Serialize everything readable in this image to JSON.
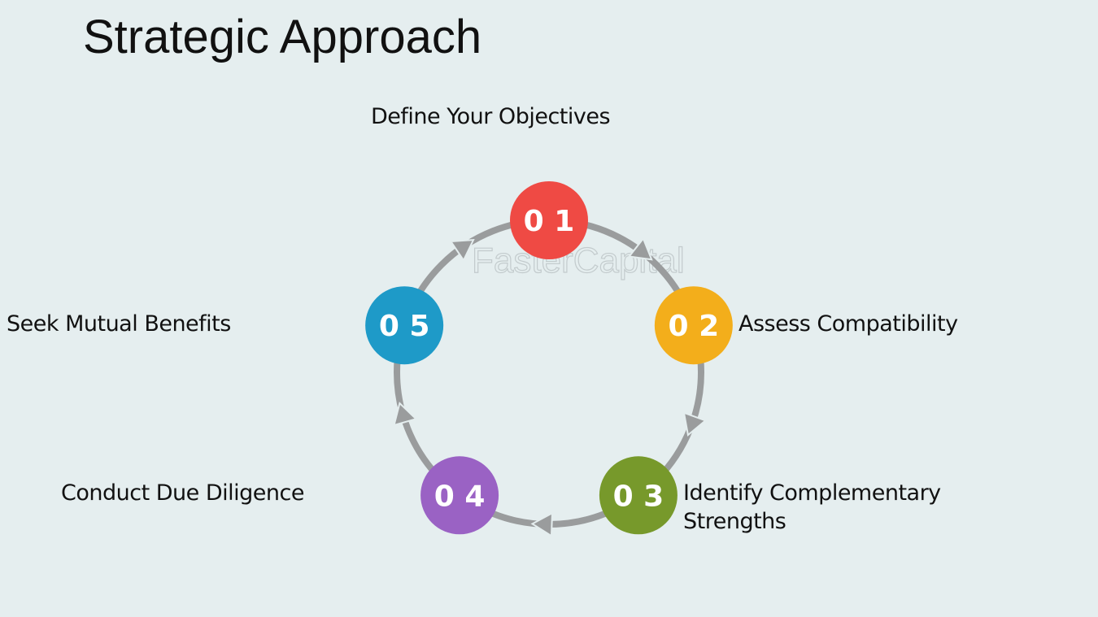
{
  "title": "Strategic Approach",
  "watermark": "FasterCapital",
  "steps": [
    {
      "number": "0 1",
      "label": "Define Your Objectives",
      "color": "#ef4a44"
    },
    {
      "number": "0 2",
      "label": "Assess Compatibility",
      "color": "#f3ae1b"
    },
    {
      "number": "0 3",
      "label": "Identify Complementary Strengths",
      "color": "#77992b"
    },
    {
      "number": "0 4",
      "label": "Conduct Due Diligence",
      "color": "#9a62c4"
    },
    {
      "number": "0 5",
      "label": "Seek Mutual Benefits",
      "color": "#1e9ac8"
    }
  ],
  "arrow_color": "#9a9c9d"
}
